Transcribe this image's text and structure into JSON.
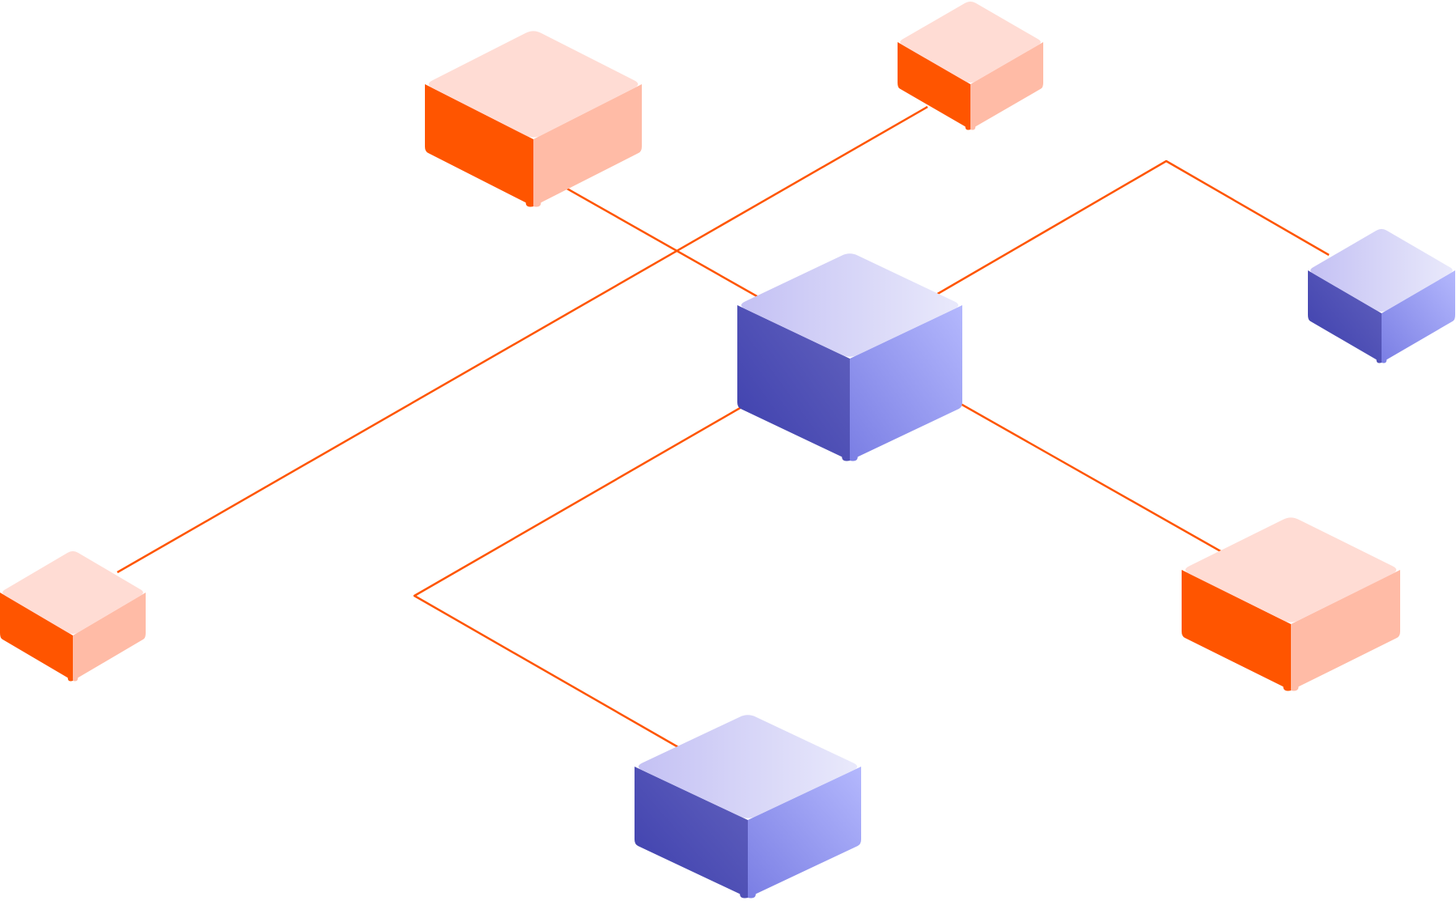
{
  "colors": {
    "background": "#ffffff",
    "connector": "#ff5500",
    "orange": {
      "top": "#ffdcd4",
      "left": "#ff5500",
      "right": "#ffbba6"
    },
    "purple": {
      "top_start": "#c4c1f4",
      "top_end": "#e9e9fb",
      "left_start": "#3d3fad",
      "left_end": "#6262be",
      "right_start": "#7a7ee4",
      "right_end": "#b4b8fd"
    }
  },
  "nodes": [
    {
      "id": "orange-block-top-left",
      "theme": "orange"
    },
    {
      "id": "orange-block-top-small",
      "theme": "orange"
    },
    {
      "id": "purple-block-center",
      "theme": "purple"
    },
    {
      "id": "purple-block-right-small",
      "theme": "purple"
    },
    {
      "id": "orange-block-left-small",
      "theme": "orange"
    },
    {
      "id": "orange-block-right",
      "theme": "orange"
    },
    {
      "id": "purple-block-bottom",
      "theme": "purple"
    }
  ],
  "connectors": [
    {
      "id": "connector-top-left-to-center",
      "from": "orange-block-top-left",
      "to": "purple-block-center"
    },
    {
      "id": "connector-top-small-to-left-small",
      "from": "orange-block-top-small",
      "to": "orange-block-left-small"
    },
    {
      "id": "connector-center-to-right-small",
      "from": "purple-block-center",
      "to": "purple-block-right-small"
    },
    {
      "id": "connector-center-to-right",
      "from": "purple-block-center",
      "to": "orange-block-right"
    },
    {
      "id": "connector-center-to-bottom",
      "from": "purple-block-center",
      "to": "purple-block-bottom"
    }
  ]
}
